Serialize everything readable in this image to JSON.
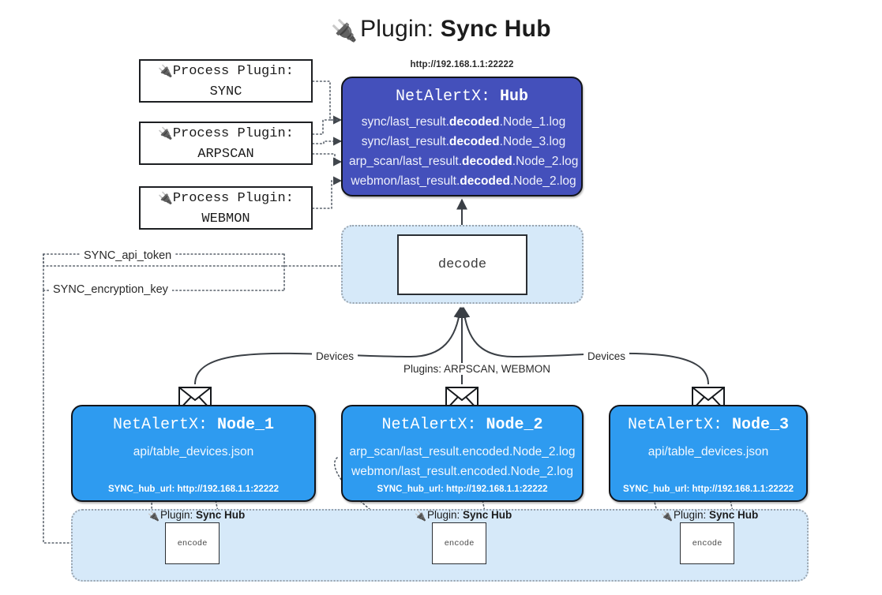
{
  "title": {
    "icon": "electric-plug-icon",
    "glyph": "🔌",
    "prefix": "Plugin: ",
    "name": "Sync Hub"
  },
  "process_plugins": [
    {
      "glyph": "🔌",
      "line1": "Process Plugin:",
      "line2": "SYNC"
    },
    {
      "glyph": "🔌",
      "line1": "Process Plugin:",
      "line2": "ARPSCAN"
    },
    {
      "glyph": "🔌",
      "line1": "Process Plugin:",
      "line2": "WEBMON"
    }
  ],
  "hub": {
    "url": "http://192.168.1.1:22222",
    "title_prefix": "NetAlertX: ",
    "title_name": "Hub",
    "fill_color": "#4450bb",
    "lines": [
      {
        "pre": "sync/last_result.",
        "em": "decoded",
        "post": ".Node_1.log"
      },
      {
        "pre": "sync/last_result.",
        "em": "decoded",
        "post": ".Node_3.log"
      },
      {
        "pre": "arp_scan/last_result.",
        "em": "decoded",
        "post": ".Node_2.log"
      },
      {
        "pre": "webmon/last_result.",
        "em": "decoded",
        "post": ".Node_2.log"
      }
    ]
  },
  "decode": {
    "box_label": "decode",
    "container_color": "#d6e9f9"
  },
  "keys": {
    "api_token": "SYNC_api_token",
    "encryption_key": "SYNC_encryption_key"
  },
  "edge_labels": {
    "devices_left": "Devices",
    "devices_right": "Devices",
    "plugins_mid": "Plugins: ARPSCAN, WEBMON"
  },
  "nodes": [
    {
      "title_prefix": "NetAlertX: ",
      "title_name": "Node_1",
      "fill_color": "#2e9bf0",
      "lines": [
        "api/table_devices.json"
      ],
      "url_key": "SYNC_hub_url: ",
      "url_value": "http://192.168.1.1:22222",
      "envelope": "envelope-icon"
    },
    {
      "title_prefix": "NetAlertX: ",
      "title_name": "Node_2",
      "fill_color": "#2e9bf0",
      "lines": [
        "arp_scan/last_result.encoded.Node_2.log",
        "webmon/last_result.encoded.Node_2.log"
      ],
      "url_key": "SYNC_hub_url: ",
      "url_value": "http://192.168.1.1:22222",
      "envelope": "envelope-icon"
    },
    {
      "title_prefix": "NetAlertX: ",
      "title_name": "Node_3",
      "fill_color": "#2e9bf0",
      "lines": [
        "api/table_devices.json"
      ],
      "url_key": "SYNC_hub_url: ",
      "url_value": "http://192.168.1.1:22222",
      "envelope": "envelope-icon"
    }
  ],
  "plugin_groups": [
    {
      "glyph": "🔌",
      "prefix": "Plugin: ",
      "name": "Sync Hub",
      "box_label": "encode"
    },
    {
      "glyph": "🔌",
      "prefix": "Plugin: ",
      "name": "Sync Hub",
      "box_label": "encode"
    },
    {
      "glyph": "🔌",
      "prefix": "Plugin: ",
      "name": "Sync Hub",
      "box_label": "encode"
    }
  ]
}
